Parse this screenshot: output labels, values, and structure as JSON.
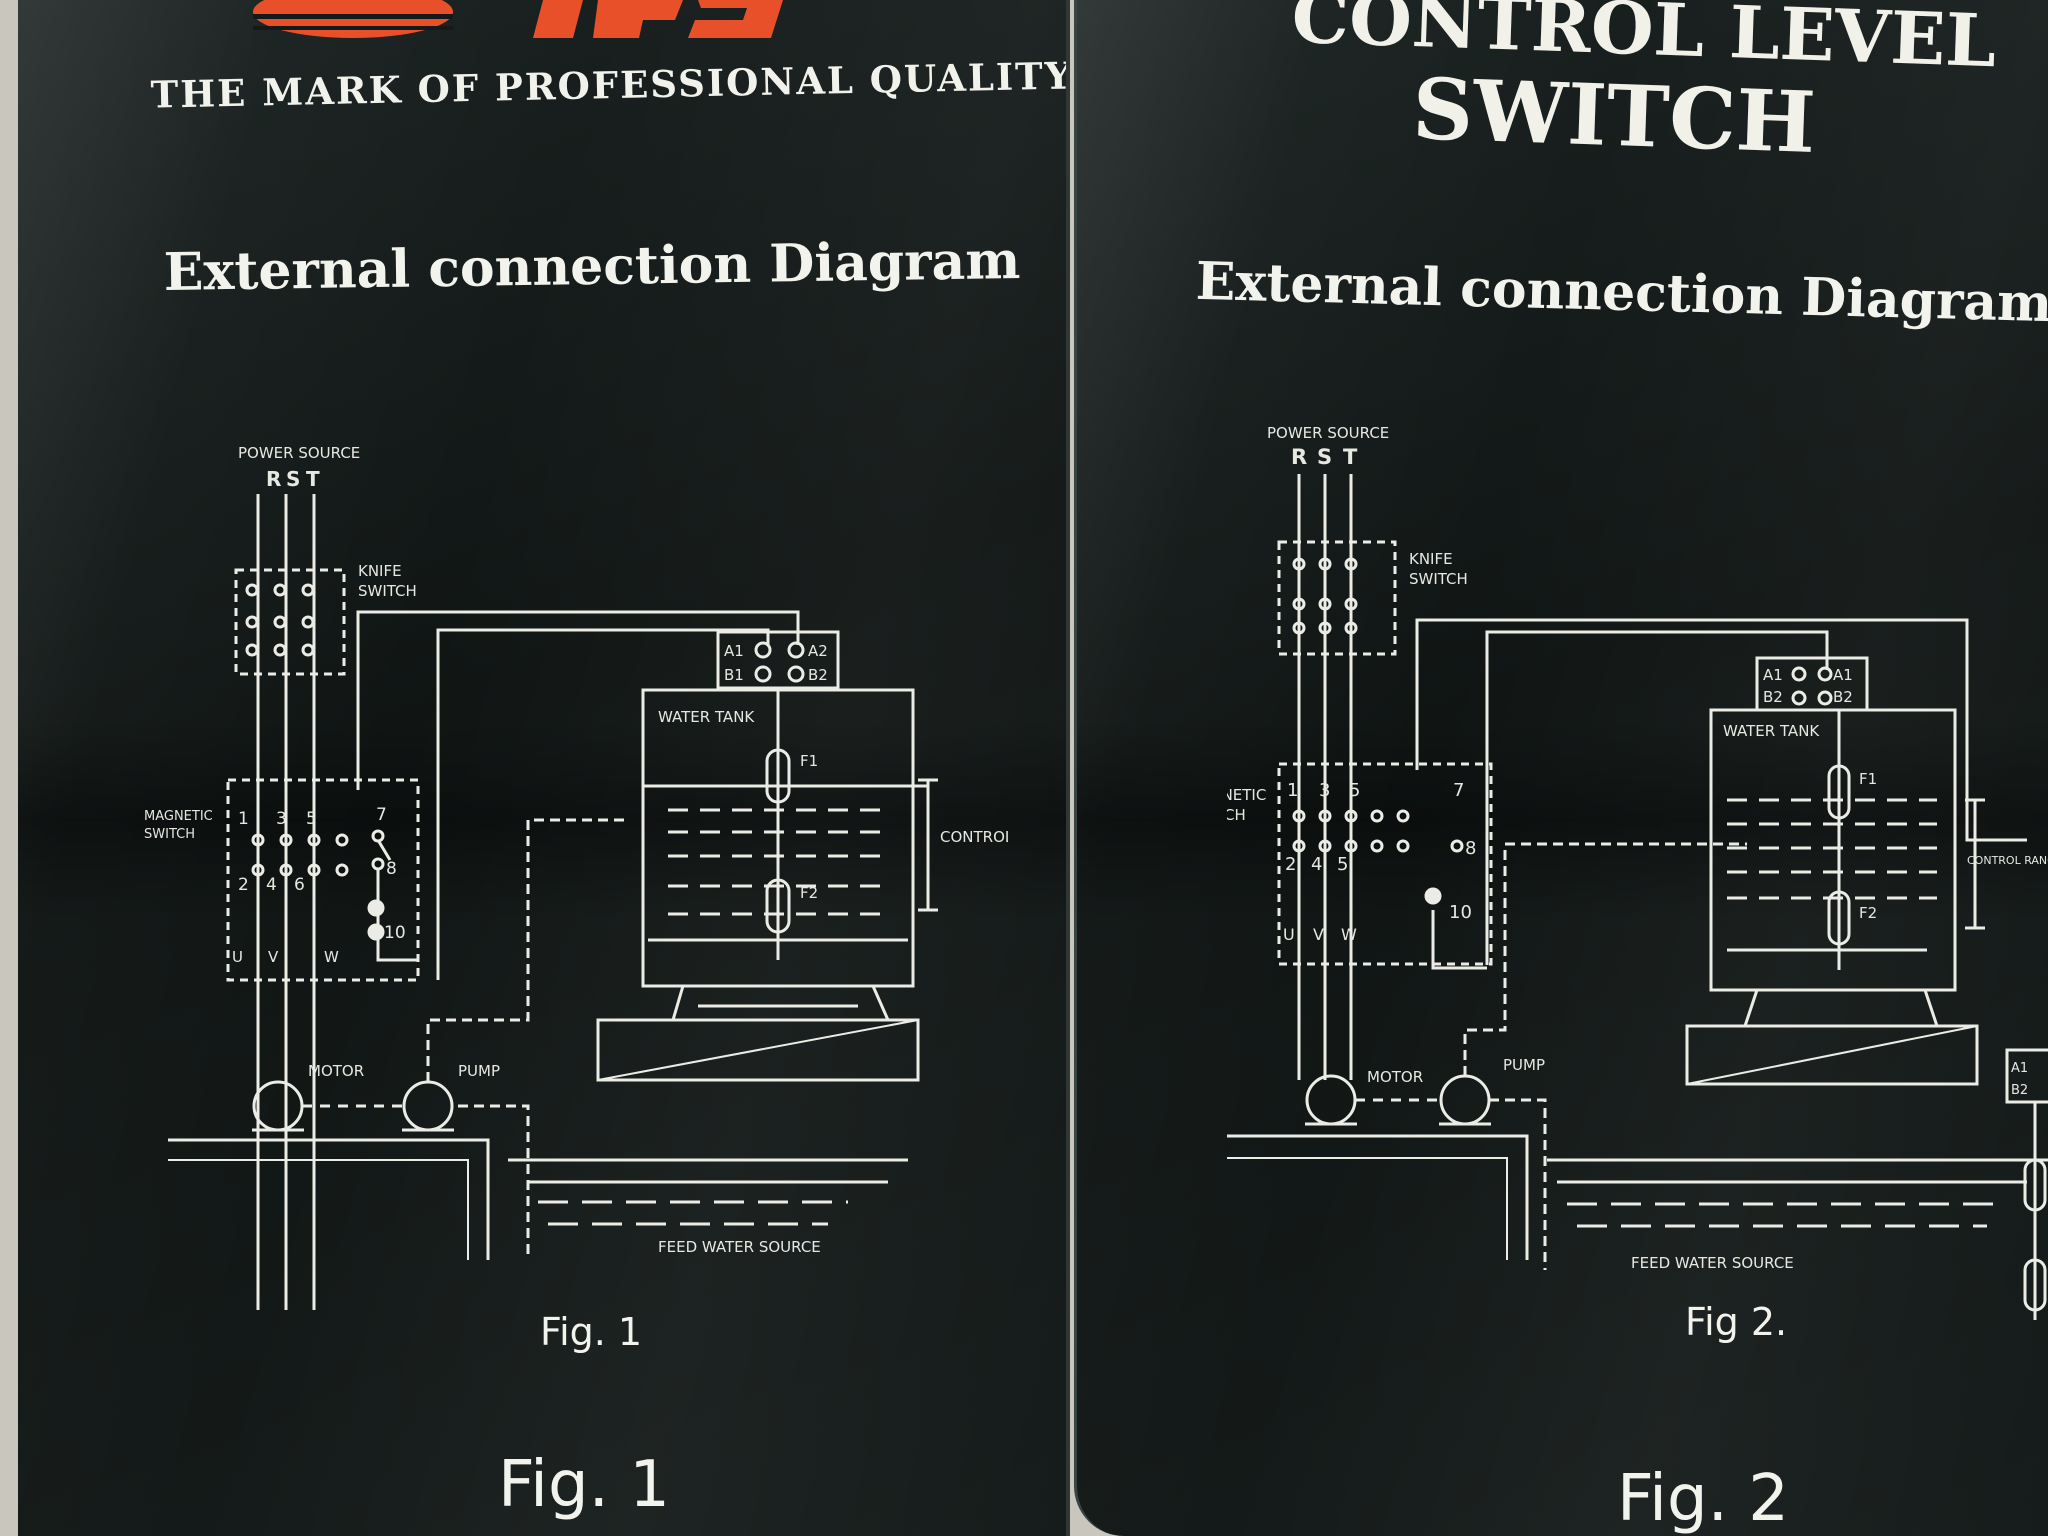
{
  "left_panel": {
    "tagline": "THE MARK OF PROFESSIONAL QUALITY",
    "heading": "External connection Diagram",
    "caption_small": "Fig. 1",
    "caption_large": "Fig. 1",
    "labels": {
      "power_source": "POWER SOURCE",
      "phases": [
        "R",
        "S",
        "T"
      ],
      "knife_switch_1": "KNIFE",
      "knife_switch_2": "SWITCH",
      "magnetic_switch_1": "MAGNETIC",
      "magnetic_switch_2": "SWITCH",
      "terminals": [
        "A1",
        "A2",
        "B1",
        "B2"
      ],
      "water_tank": "WATER TANK",
      "float_1": "F1",
      "float_2": "F2",
      "control_range": "CONTROL RANGE",
      "motor": "MOTOR",
      "pump": "PUMP",
      "feed_water_source": "FEED WATER SOURCE",
      "contact_numbers": [
        "1",
        "3",
        "5",
        "7",
        "2",
        "4",
        "6",
        "8",
        "10"
      ],
      "motor_terminals": [
        "U",
        "V",
        "W"
      ]
    }
  },
  "right_panel": {
    "title_line_1": "CONTROL LEVEL",
    "title_line_2": "SWITCH",
    "heading": "External connection Diagram",
    "caption_small": "Fig 2.",
    "caption_large": "Fig. 2",
    "labels": {
      "power_source": "POWER SOURCE",
      "phases": [
        "R",
        "S",
        "T"
      ],
      "knife_switch_1": "KNIFE",
      "knife_switch_2": "SWITCH",
      "magnetic_switch_1": "MAGNETIC",
      "magnetic_switch_2": "SWITCH",
      "terminals": [
        "A1",
        "A1",
        "B2",
        "B2"
      ],
      "water_tank": "WATER TANK",
      "float_1": "F1",
      "float_2": "F2",
      "control_range": "CONTROL RANGE",
      "motor": "MOTOR",
      "pump": "PUMP",
      "feed_water_source": "FEED WATER SOURCE",
      "contact_numbers": [
        "1",
        "3",
        "5",
        "7",
        "2",
        "4",
        "5",
        "8",
        "10"
      ],
      "motor_terminals": [
        "U",
        "V",
        "W"
      ],
      "edge_terminals": [
        "A1",
        "B2"
      ]
    }
  },
  "colors": {
    "panel": "#141a19",
    "line": "#ecece6",
    "logo": "#e8502a",
    "background": "#c9c6bd"
  }
}
